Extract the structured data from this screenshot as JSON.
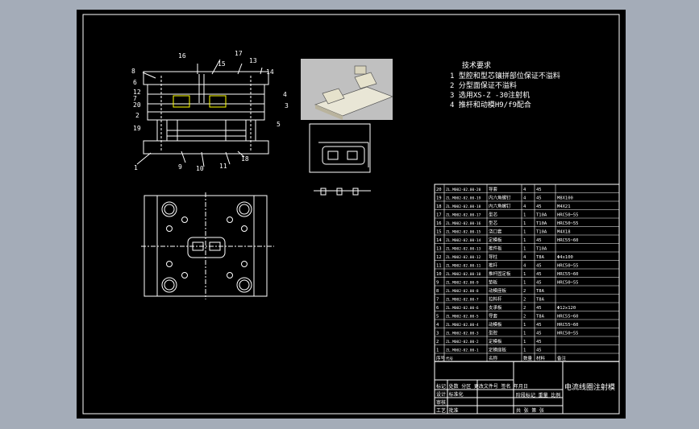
{
  "tech_requirements": {
    "title": "技术要求",
    "items": [
      "1 型腔和型芯镶拼部位保证不溢料",
      "2 分型面保证不溢料",
      "3 选用XS-Z -30注射机",
      "4 推杆和动模H9/f9配合"
    ]
  },
  "section_view": {
    "labels": [
      "1",
      "2",
      "3",
      "4",
      "5",
      "6",
      "7",
      "8",
      "9",
      "10",
      "11",
      "12",
      "13",
      "14",
      "15",
      "16",
      "17",
      "18",
      "19",
      "20"
    ]
  },
  "bom": {
    "rows": [
      {
        "no": "20",
        "code": "ZL.M002-02.00-20",
        "name": "导套",
        "qty": "4",
        "mat": "45",
        "note": ""
      },
      {
        "no": "19",
        "code": "ZL.M002-02.00-19",
        "name": "内六角螺钉",
        "qty": "4",
        "mat": "45",
        "note": "M8X100"
      },
      {
        "no": "18",
        "code": "ZL.M002-02.00-18",
        "name": "内六角螺钉",
        "qty": "4",
        "mat": "45",
        "note": "M4X21"
      },
      {
        "no": "17",
        "code": "ZL.M002-02.00-17",
        "name": "型芯",
        "qty": "1",
        "mat": "T10A",
        "note": "HRC50~55"
      },
      {
        "no": "16",
        "code": "ZL.M002-02.00-16",
        "name": "型芯",
        "qty": "1",
        "mat": "T10A",
        "note": "HRC50~55"
      },
      {
        "no": "15",
        "code": "ZL.M002-02.00-15",
        "name": "浇口套",
        "qty": "1",
        "mat": "T10A",
        "note": "M4X18"
      },
      {
        "no": "14",
        "code": "ZL.M002-02.00-14",
        "name": "定模板",
        "qty": "1",
        "mat": "45",
        "note": "HRC55~60"
      },
      {
        "no": "13",
        "code": "ZL.M002-02.00-13",
        "name": "推件板",
        "qty": "1",
        "mat": "T10A",
        "note": ""
      },
      {
        "no": "12",
        "code": "ZL.M002-02.00-12",
        "name": "导柱",
        "qty": "4",
        "mat": "T8A",
        "note": "Φ4x100"
      },
      {
        "no": "11",
        "code": "ZL.M002-02.00-11",
        "name": "推杆",
        "qty": "4",
        "mat": "45",
        "note": "HRC50~55"
      },
      {
        "no": "10",
        "code": "ZL.M002-02.00-10",
        "name": "推杆固定板",
        "qty": "1",
        "mat": "45",
        "note": "HRC55~60"
      },
      {
        "no": "9",
        "code": "ZL.M002-02.00-9",
        "name": "垫板",
        "qty": "1",
        "mat": "45",
        "note": "HRC50~55"
      },
      {
        "no": "8",
        "code": "ZL.M002-02.00-8",
        "name": "动模座板",
        "qty": "2",
        "mat": "T8A",
        "note": ""
      },
      {
        "no": "7",
        "code": "ZL.M002-02.00-7",
        "name": "拉料杆",
        "qty": "2",
        "mat": "T8A",
        "note": ""
      },
      {
        "no": "6",
        "code": "ZL.M002-02.00-6",
        "name": "支承板",
        "qty": "2",
        "mat": "45",
        "note": "Φ12x120"
      },
      {
        "no": "5",
        "code": "ZL.M002-02.00-5",
        "name": "导套",
        "qty": "2",
        "mat": "T8A",
        "note": "HRC55~60"
      },
      {
        "no": "4",
        "code": "ZL.M002-02.00-4",
        "name": "动模板",
        "qty": "1",
        "mat": "45",
        "note": "HRC55~60"
      },
      {
        "no": "3",
        "code": "ZL.M002-02.00-3",
        "name": "型腔",
        "qty": "1",
        "mat": "45",
        "note": "HRC50~55"
      },
      {
        "no": "2",
        "code": "ZL.M002-02.00-2",
        "name": "定模板",
        "qty": "1",
        "mat": "45",
        "note": ""
      },
      {
        "no": "1",
        "code": "ZL.M002-02.00-1",
        "name": "定模座板",
        "qty": "1",
        "mat": "45",
        "note": ""
      }
    ],
    "header": {
      "no": "序号",
      "code": "代号",
      "name": "名称",
      "qty": "数量",
      "mat": "材料",
      "note": "备注"
    }
  },
  "title_block": {
    "drawing_title": "电流线圈注射模",
    "row_labels_left": [
      "标记 处数 分区 更改文件号 签名 年月日",
      "设计 标准化",
      "审核",
      "工艺 批准"
    ],
    "row_labels_mid": [
      "阶段标记 重量 比例",
      "共 张 第 张"
    ]
  },
  "colors": {
    "background": "#a4acb8",
    "sheet": "#000000",
    "line": "#ffffff",
    "render_panel": "#c0c0c0"
  }
}
